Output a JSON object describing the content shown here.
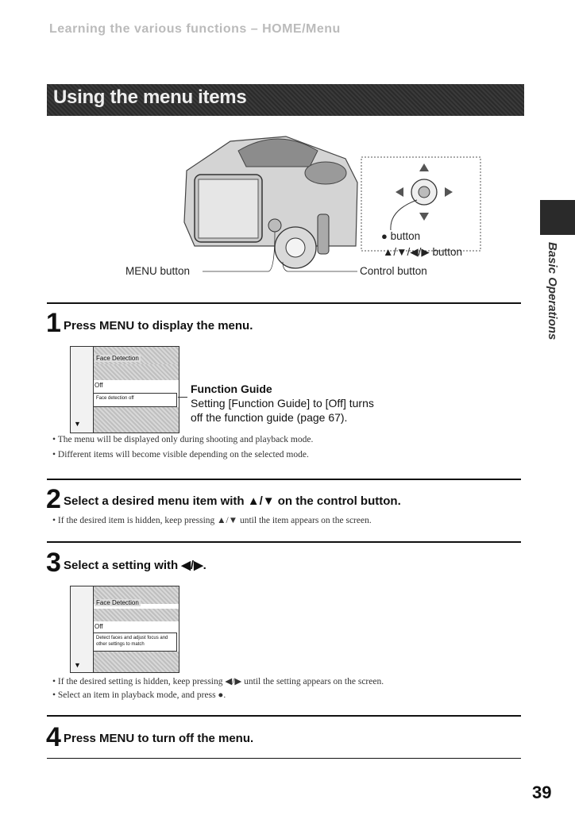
{
  "header": {
    "title": "Learning the various functions – HOME/Menu"
  },
  "banner": {
    "title": "Using the menu items"
  },
  "side_tab": {
    "label": "Basic Operations"
  },
  "figure": {
    "menu_button_label": "MENU button",
    "center_button_label": "button",
    "arrow_button_label": "▲/▼/◀/▶ button",
    "control_button_label": "Control button"
  },
  "step1": {
    "number": "1",
    "title": "Press MENU to display the menu.",
    "screen": {
      "title": "Face Detection",
      "option": "Off",
      "guide_text": "Face detection off"
    },
    "guide_title": "Function Guide",
    "guide_text": "Setting [Function Guide] to [Off] turns off the function guide (page 67).",
    "bullets": [
      "The menu will be displayed only during shooting and playback mode.",
      "Different items will become visible depending on the selected mode."
    ]
  },
  "step2": {
    "number": "2",
    "title": "Select a desired menu item with ▲/▼ on the control button.",
    "bullets": [
      "If the desired item is hidden, keep pressing ▲/▼ until the item appears on the screen."
    ]
  },
  "step3": {
    "number": "3",
    "title": "Select a setting with ◀/▶.",
    "screen": {
      "title": "Face Detection",
      "option": "Off",
      "guide_text": "Detect faces and adjust focus and other settings to match"
    },
    "bullets": [
      "If the desired setting is hidden, keep pressing ◀/▶ until the setting appears on the screen.",
      "Select an item in playback mode, and press ●."
    ]
  },
  "step4": {
    "number": "4",
    "title": "Press MENU to turn off the menu."
  },
  "page_number": "39"
}
